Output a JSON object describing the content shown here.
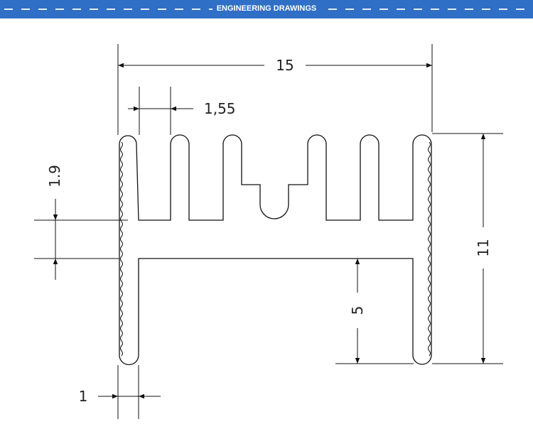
{
  "header": {
    "title": "ENGINEERING DRAWINGS",
    "background_color": "#2f6fc6",
    "text_color": "#ffffff"
  },
  "drawing": {
    "line_color": "#111111",
    "dimensions": {
      "overall_width": "15",
      "fin_pitch": "1,55",
      "fin_depth": "1.9",
      "overall_height": "11",
      "leg_height": "5",
      "wall_thickness": "1"
    }
  }
}
